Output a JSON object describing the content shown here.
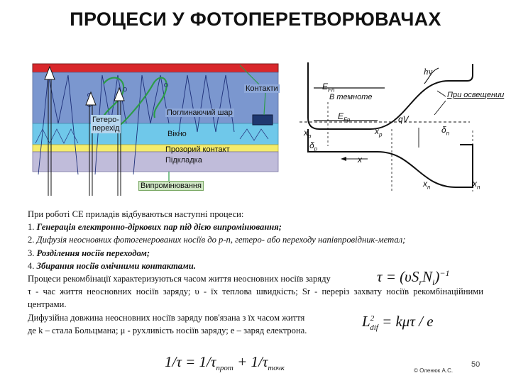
{
  "title": "ПРОЦЕСИ У ФОТОПЕРЕТВОРЮВАЧАХ",
  "diagram_left": {
    "label_contacts": "Контакти",
    "label_absorbing_layer": "Поглинаючий шар",
    "label_heterojunction_line1": "Гетеро-",
    "label_heterojunction_line2": "перехід",
    "label_window": "Вікно",
    "label_transparent_contact": "Прозорий контакт",
    "label_substrate": "Підкладка",
    "label_radiation": "Випромінювання",
    "colors": {
      "top_contact": "#d9272b",
      "absorbing_layer": "#7b97cf",
      "window_layer": "#6fc8ea",
      "transparent_contact": "#f4ec6c",
      "substrate": "#c0bcda",
      "contact_pad": "#1f3870"
    }
  },
  "diagram_right": {
    "label_hv": "hν",
    "label_under_light": "При освещении",
    "label_in_dark": "В темноте",
    "label_efn": "E",
    "label_efn_sub": "Fn",
    "label_efp": "E",
    "label_efp_sub": "Fp",
    "label_qv": "qV",
    "label_xp": "x",
    "label_xp_sub": "p",
    "label_xp_prime": "x",
    "label_xp_prime_sub": "p",
    "label_xn": "x",
    "label_xn_sub": "n",
    "label_xn_prime": "x",
    "label_xn_prime_sub": "n",
    "label_dp": "δ",
    "label_dp_sub": "p",
    "label_dn": "δ",
    "label_dn_sub": "n",
    "label_x": "x"
  },
  "text": {
    "intro": "При роботі СЕ приладів відбуваються наступні процеси:",
    "item1_num": "1. ",
    "item1": "Генерація електронно-діркових пар під дією випромінювання;",
    "item2_num": "2. ",
    "item2": "Дифузія неосновних фотогенерованих носіїв до p-n, гетеро- або переходу напівпровідник-метал;",
    "item3_num": "3. ",
    "item3": "Розділення носіїв переходом;",
    "item4_num": "4. ",
    "item4": "Збирання носіїв омічними контактами.",
    "recomb": "Процеси рекомбінації характеризуються часом життя неосновних носіїв заряду",
    "tau_desc": "τ - час життя неосновних носіїв заряду; υ - їх теплова швидкість; Sr - переріз захвату носіїв рекомбінаційними центрами.",
    "diffusion": "Дифузійна довжина неосновних носіїв заряду пов'язана з їх часом життя",
    "constants": "де  k – стала Больцмана; μ - рухливість носіїв заряду; e – заряд електрона."
  },
  "formulas": {
    "tau": "τ = (υS",
    "tau_sub": "r",
    "tau_mid": "N",
    "tau_sub2": "i",
    "tau_end": ")",
    "tau_exp": "−1",
    "ldif": "L",
    "ldif_sub": "dif",
    "ldif_sup": "2",
    "ldif_rhs": "= kμτ / e",
    "tau_total": "1/τ = 1/τ",
    "tau_total_sub1": "прот",
    "tau_total_mid": " + 1/τ",
    "tau_total_sub2": "точк"
  },
  "footer": {
    "credit": "© Оленюк А.С.",
    "page_number": "50"
  }
}
